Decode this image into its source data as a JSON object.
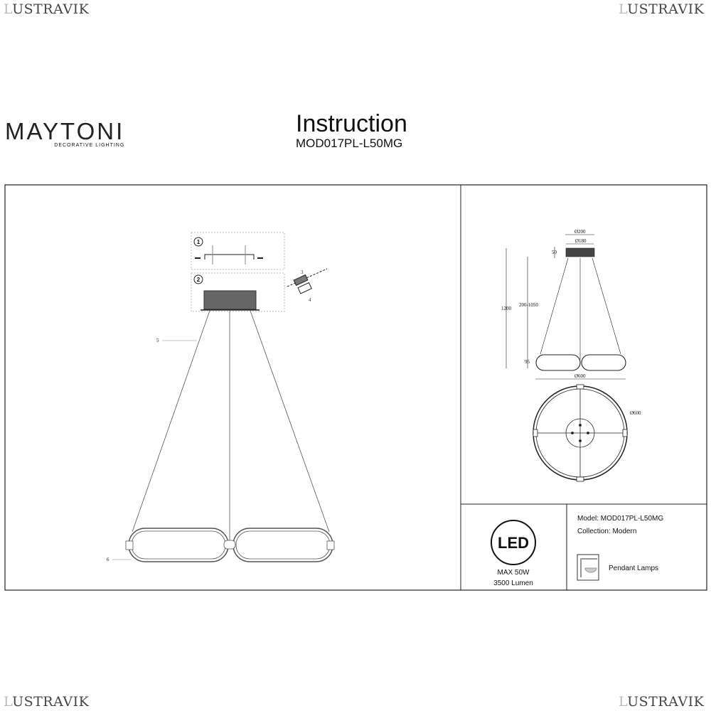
{
  "watermark": {
    "brand": "LUSTRAVIK",
    "first": "L",
    "rest": "USTRAVIK"
  },
  "logo": {
    "name": "MAYTONI",
    "tagline": "DECORATIVE LIGHTING"
  },
  "header": {
    "title": "Instruction",
    "model": "MOD017PL-L50MG"
  },
  "assembly": {
    "steps": [
      "1",
      "2"
    ],
    "parts": [
      "3",
      "4"
    ],
    "callouts": [
      "5",
      "6"
    ]
  },
  "dimensions": {
    "outer_diameter_top": "Ø200",
    "inner_diameter_top": "Ø180",
    "canopy_height": "50",
    "total_height": "1200",
    "cable_length": "200-1050",
    "ring_height": "95",
    "ring_diameter": "Ø600",
    "top_view_diameter": "Ø600"
  },
  "specs": {
    "led_label": "LED",
    "power": "MAX 50W",
    "lumen": "3500 Lumen",
    "model": "Model: MOD017PL-L50MG",
    "collection": "Collection: Modern",
    "category": "Pendant Lamps"
  }
}
